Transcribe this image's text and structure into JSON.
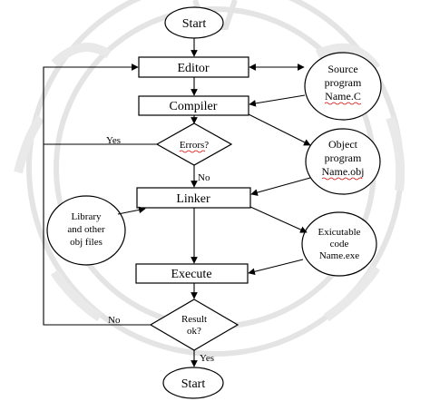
{
  "flowchart": {
    "start_top": "Start",
    "editor": "Editor",
    "compiler": "Compiler",
    "errors_decision": "Errors?",
    "linker": "Linker",
    "execute": "Execute",
    "result_decision": [
      "Result",
      "ok?"
    ],
    "start_bottom": "Start",
    "source_program": [
      "Source",
      "program",
      "Name.C"
    ],
    "object_program": [
      "Object",
      "program",
      "Name.obj"
    ],
    "library_files": [
      "Library",
      "and other",
      "obj files"
    ],
    "executable_code": [
      "Exicutable",
      "code",
      "Name.exe"
    ],
    "label_yes_errors": "Yes",
    "label_no_errors": "No",
    "label_no_result": "No",
    "label_yes_result": "Yes"
  },
  "colors": {
    "stroke": "#000000",
    "watermark": "#e4e4e4",
    "spellcheck_underline": "#d40000"
  }
}
